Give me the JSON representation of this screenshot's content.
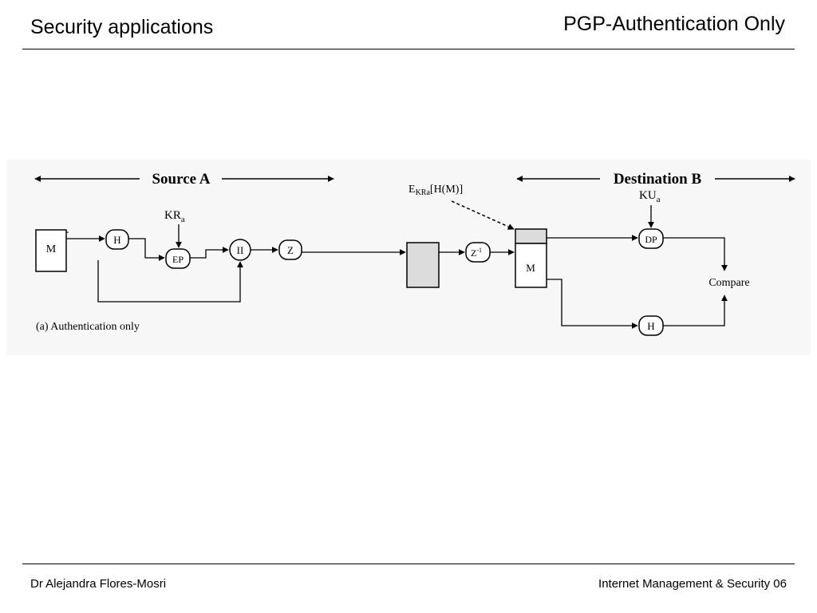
{
  "header": {
    "section": "Security applications",
    "title": "PGP-Authentication Only"
  },
  "footer": {
    "author": "Dr Alejandra Flores-Mosri",
    "course": "Internet Management & Security 06"
  },
  "diagram": {
    "source_label": "Source A",
    "destination_label": "Destination B",
    "message_source": "M",
    "hash_source": "H",
    "private_key": "KR",
    "private_key_sub": "a",
    "encrypt": "EP",
    "concat": "II",
    "compress": "Z",
    "decompress": "Z",
    "decompress_sup": "-1",
    "signature_label_e": "E",
    "signature_label_sub": "KRa",
    "signature_label_rest": "[H(M)]",
    "message_dest": "M",
    "public_key": "KU",
    "public_key_sub": "a",
    "decrypt": "DP",
    "hash_dest": "H",
    "compare": "Compare",
    "caption": "(a) Authentication only"
  }
}
